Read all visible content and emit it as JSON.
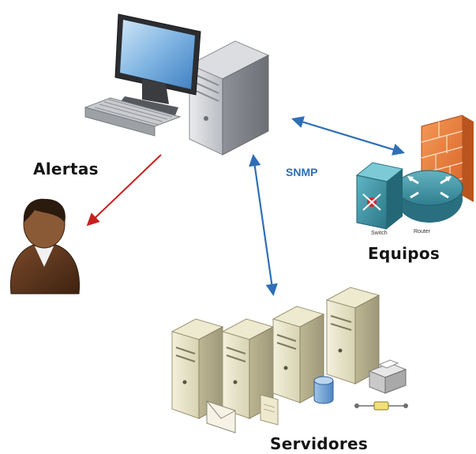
{
  "labels": {
    "alertas": "Alertas",
    "equipos": "Equipos",
    "servidores": "Servidores",
    "snmp": "SNMP"
  },
  "device_captions": {
    "switch": "Switch",
    "router": "Router"
  },
  "icons": {
    "monitor_station": "desktop-computer-icon",
    "user": "user-avatar-icon",
    "firewall": "firewall-icon",
    "router": "router-icon",
    "switch": "switch-icon",
    "servers": "server-tower-icon",
    "mail": "envelope-icon",
    "document": "document-icon",
    "database": "database-icon",
    "printer": "printer-icon",
    "network": "network-link-icon"
  },
  "colors": {
    "snmp_arrow": "#2e6fb6",
    "alert_arrow": "#c8201e",
    "snmp_text": "#2e6fb6"
  }
}
